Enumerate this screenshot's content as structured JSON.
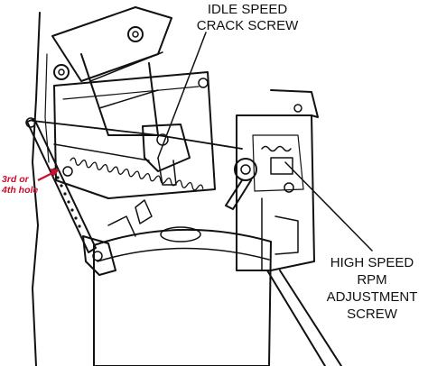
{
  "labels": {
    "idle_speed_1": "IDLE SPEED",
    "idle_speed_2": "CRACK SCREW",
    "hole_1": "3rd or",
    "hole_2": "4th hole",
    "high_speed_1": "HIGH SPEED",
    "high_speed_2": "RPM",
    "high_speed_3": "ADJUSTMENT",
    "high_speed_4": "SCREW"
  },
  "colors": {
    "line": "#111111",
    "annotation": "#c8102e",
    "background": "#ffffff"
  }
}
